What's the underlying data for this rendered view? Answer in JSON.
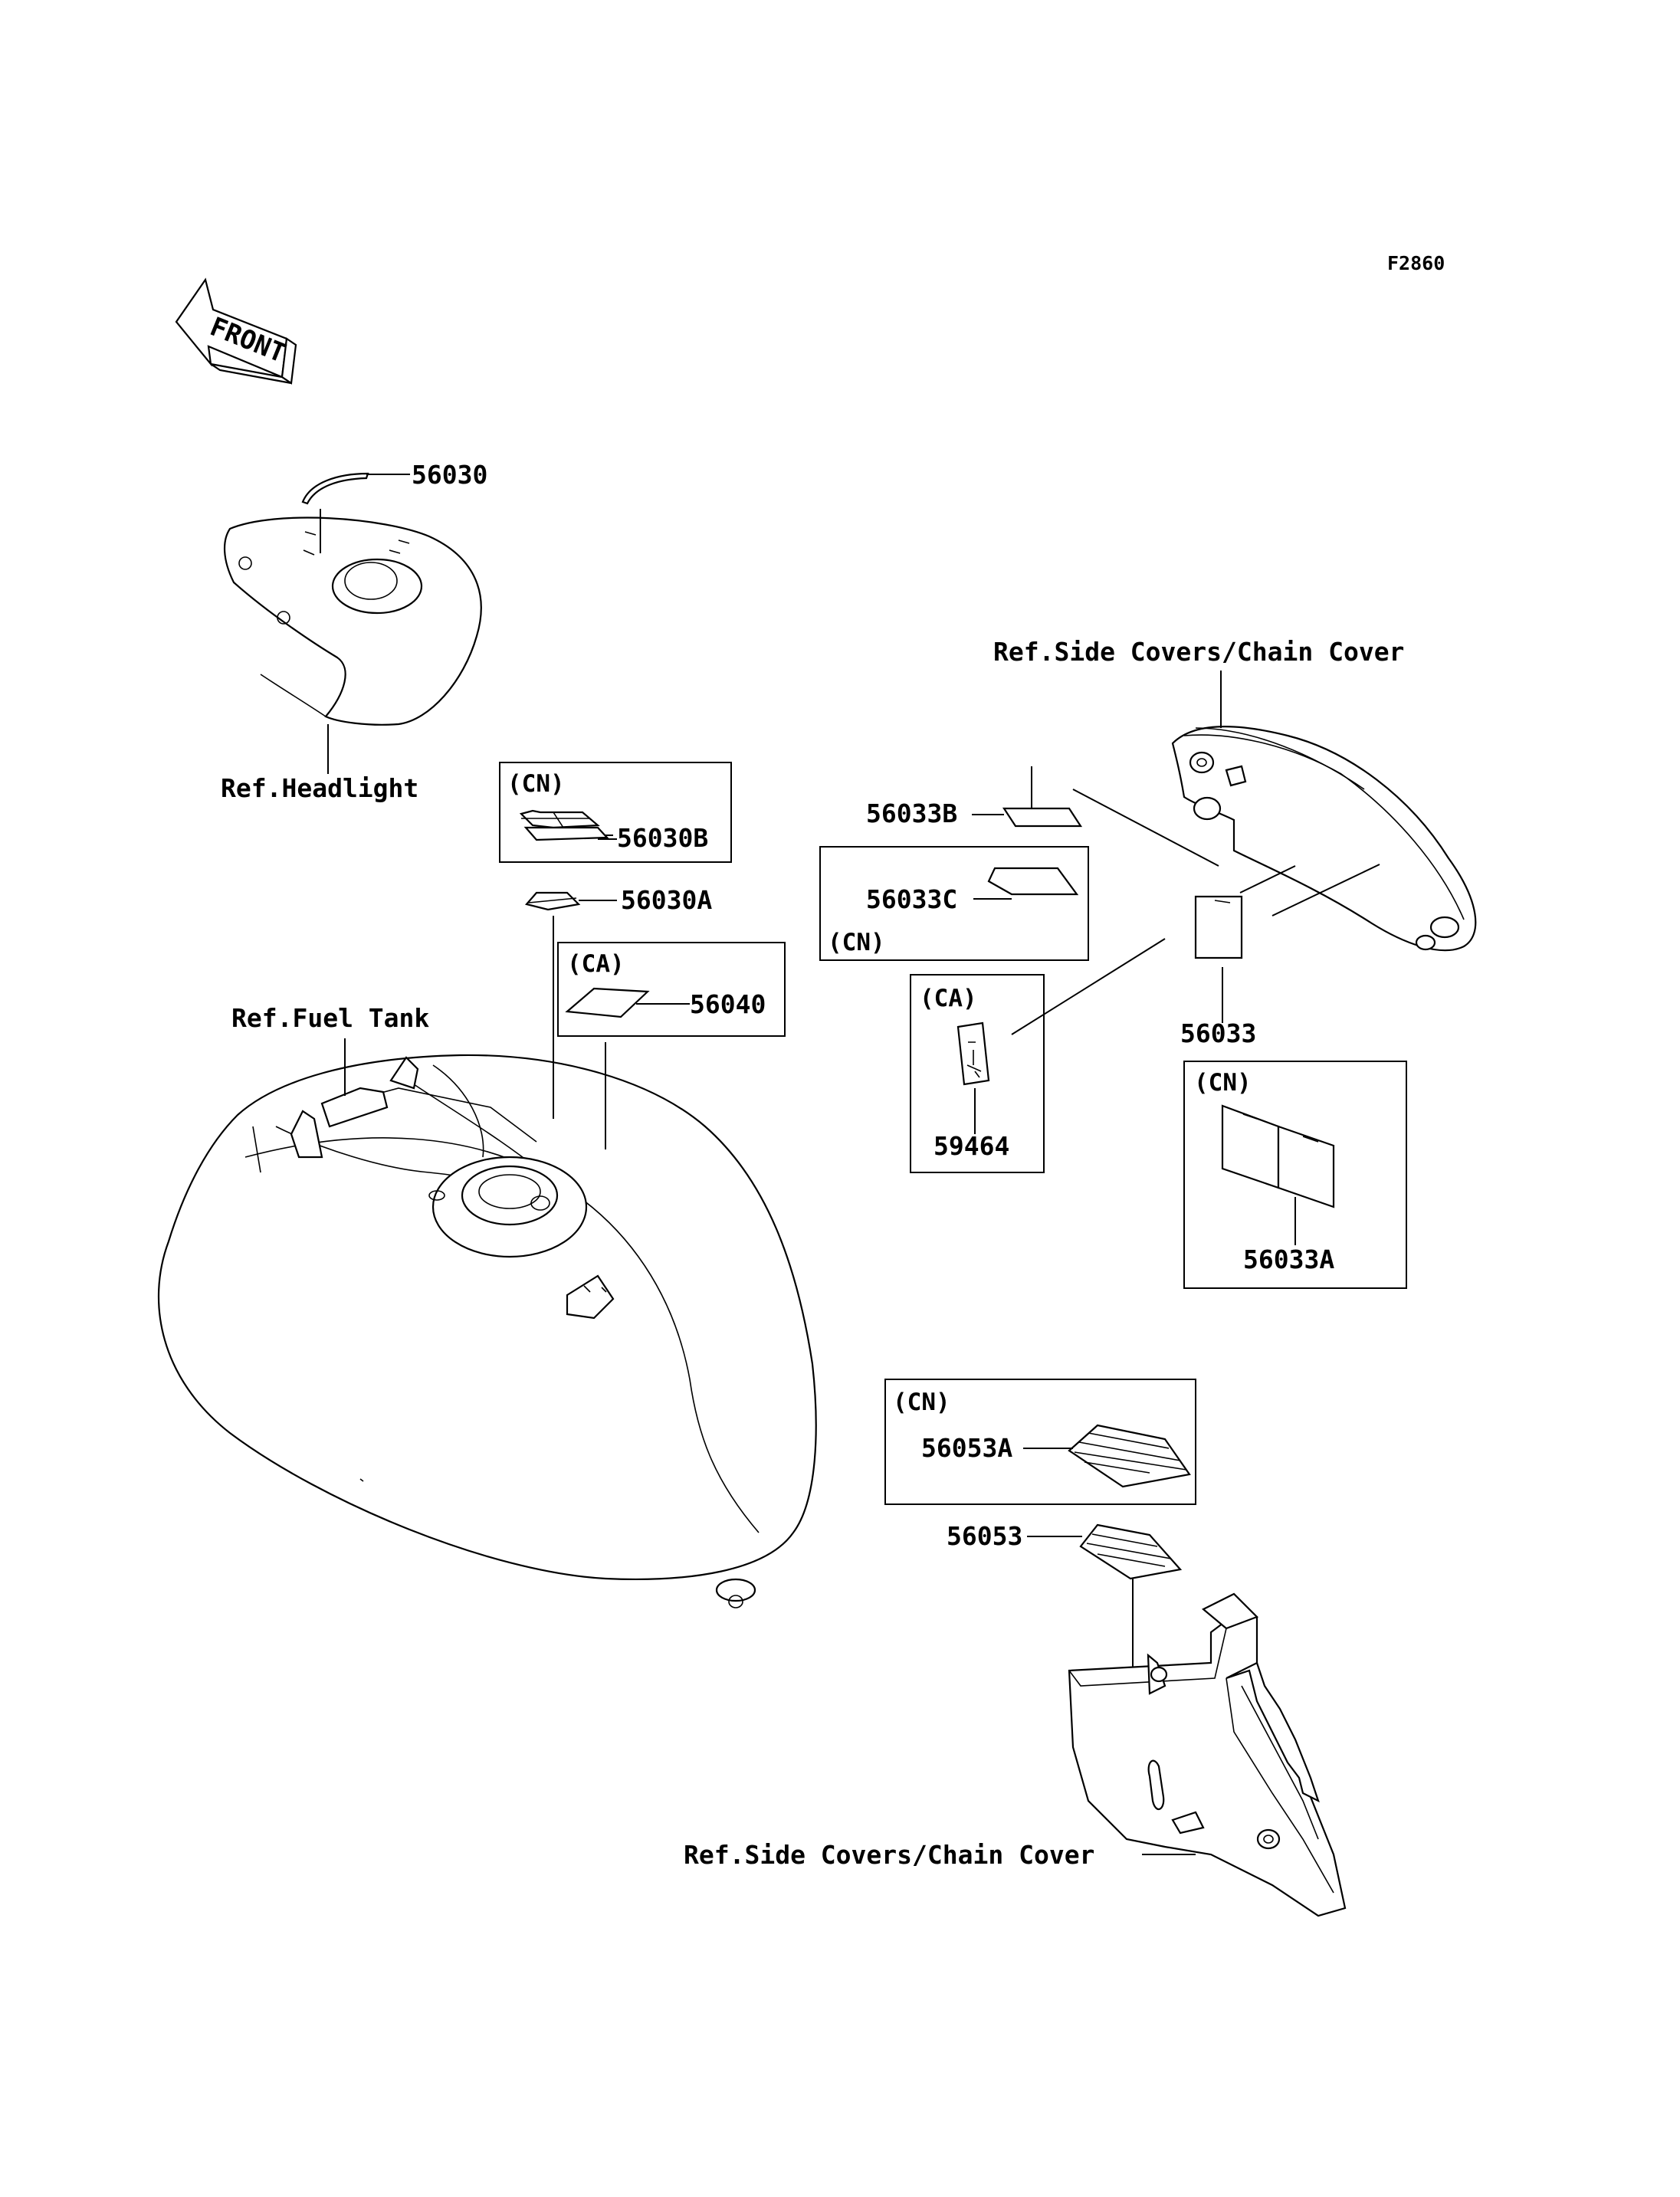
{
  "figure_code": "F2860",
  "front_arrow": {
    "label": "FRONT",
    "icon": "front-arrow-icon"
  },
  "parts": {
    "p56030": "56030",
    "p56030A": "56030A",
    "p56030B": "56030B",
    "p56040": "56040",
    "p56033": "56033",
    "p56033A": "56033A",
    "p56033B": "56033B",
    "p56033C": "56033C",
    "p59464": "59464",
    "p56053": "56053",
    "p56053A": "56053A"
  },
  "references": {
    "headlight": "Ref.Headlight",
    "fuel_tank": "Ref.Fuel Tank",
    "side_covers_top": "Ref.Side Covers/Chain Cover",
    "side_covers_bottom": "Ref.Side Covers/Chain Cover"
  },
  "region_tags": {
    "cn_56030B": "(CN)",
    "ca_56040": "(CA)",
    "cn_56033C": "(CN)",
    "ca_59464": "(CA)",
    "cn_56033A": "(CN)",
    "cn_56053A": "(CN)"
  }
}
